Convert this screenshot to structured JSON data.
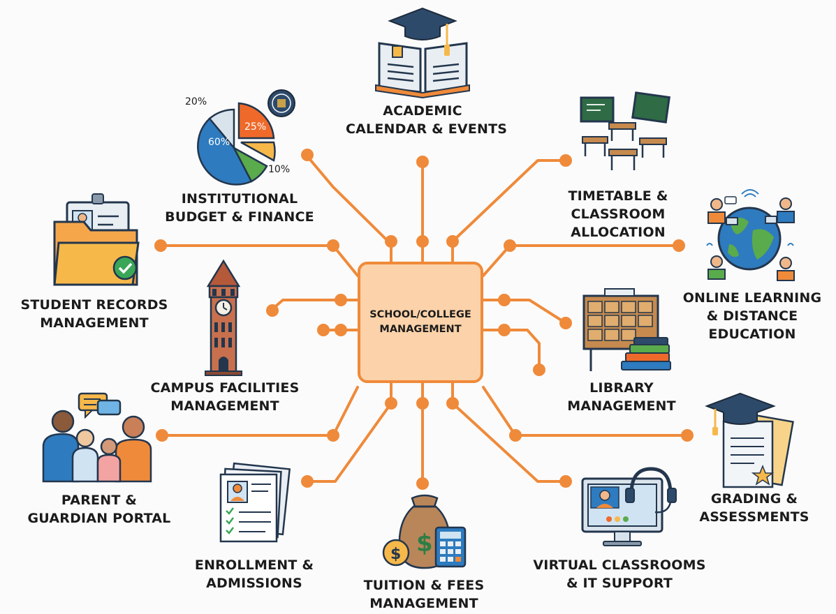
{
  "hub": {
    "lines": [
      "SCHOOL/COLLEGE",
      "MANAGEMENT"
    ]
  },
  "nodes": {
    "academic_calendar": {
      "lines": [
        "ACADEMIC",
        "CALENDAR & EVENTS"
      ],
      "icon": "open-book-graduation-cap-icon"
    },
    "budget_finance": {
      "lines": [
        "INSTITUTIONAL",
        "BUDGET & FINANCE"
      ],
      "icon": "pie-chart-icon",
      "chart_labels": [
        "20%",
        "25%",
        "60%",
        "10%"
      ]
    },
    "timetable": {
      "lines": [
        "TIMETABLE &",
        "CLASSROOM",
        "ALLOCATION"
      ],
      "icon": "classroom-desks-icon"
    },
    "student_records": {
      "lines": [
        "STUDENT RECORDS",
        "MANAGEMENT"
      ],
      "icon": "folder-id-card-icon"
    },
    "online_learning": {
      "lines": [
        "ONLINE LEARNING",
        "& DISTANCE",
        "EDUCATION"
      ],
      "icon": "globe-remote-learners-icon"
    },
    "campus_facilities": {
      "lines": [
        "CAMPUS FACILITIES",
        "MANAGEMENT"
      ],
      "icon": "clock-tower-icon"
    },
    "library": {
      "lines": [
        "LIBRARY",
        "MANAGEMENT"
      ],
      "icon": "card-catalog-books-icon"
    },
    "parent_portal": {
      "lines": [
        "PARENT &",
        "GUARDIAN PORTAL"
      ],
      "icon": "family-chat-icon"
    },
    "grading": {
      "lines": [
        "GRADING &",
        "ASSESSMENTS"
      ],
      "icon": "certificate-cap-icon"
    },
    "enrollment": {
      "lines": [
        "ENROLLMENT &",
        "ADMISSIONS"
      ],
      "icon": "application-forms-icon"
    },
    "tuition": {
      "lines": [
        "TUITION & FEES",
        "MANAGEMENT"
      ],
      "icon": "money-bag-calculator-icon"
    },
    "virtual_classrooms": {
      "lines": [
        "VIRTUAL CLASSROOMS",
        "& IT SUPPORT"
      ],
      "icon": "monitor-headset-icon"
    }
  },
  "colors": {
    "accent": "#ef8a3a",
    "hub_fill": "#fbd2a9",
    "text": "#1b1b1b",
    "blue": "#2e7bbf",
    "navy": "#2d4a6b",
    "green": "#5aab4b",
    "yellow": "#f7b84a"
  }
}
